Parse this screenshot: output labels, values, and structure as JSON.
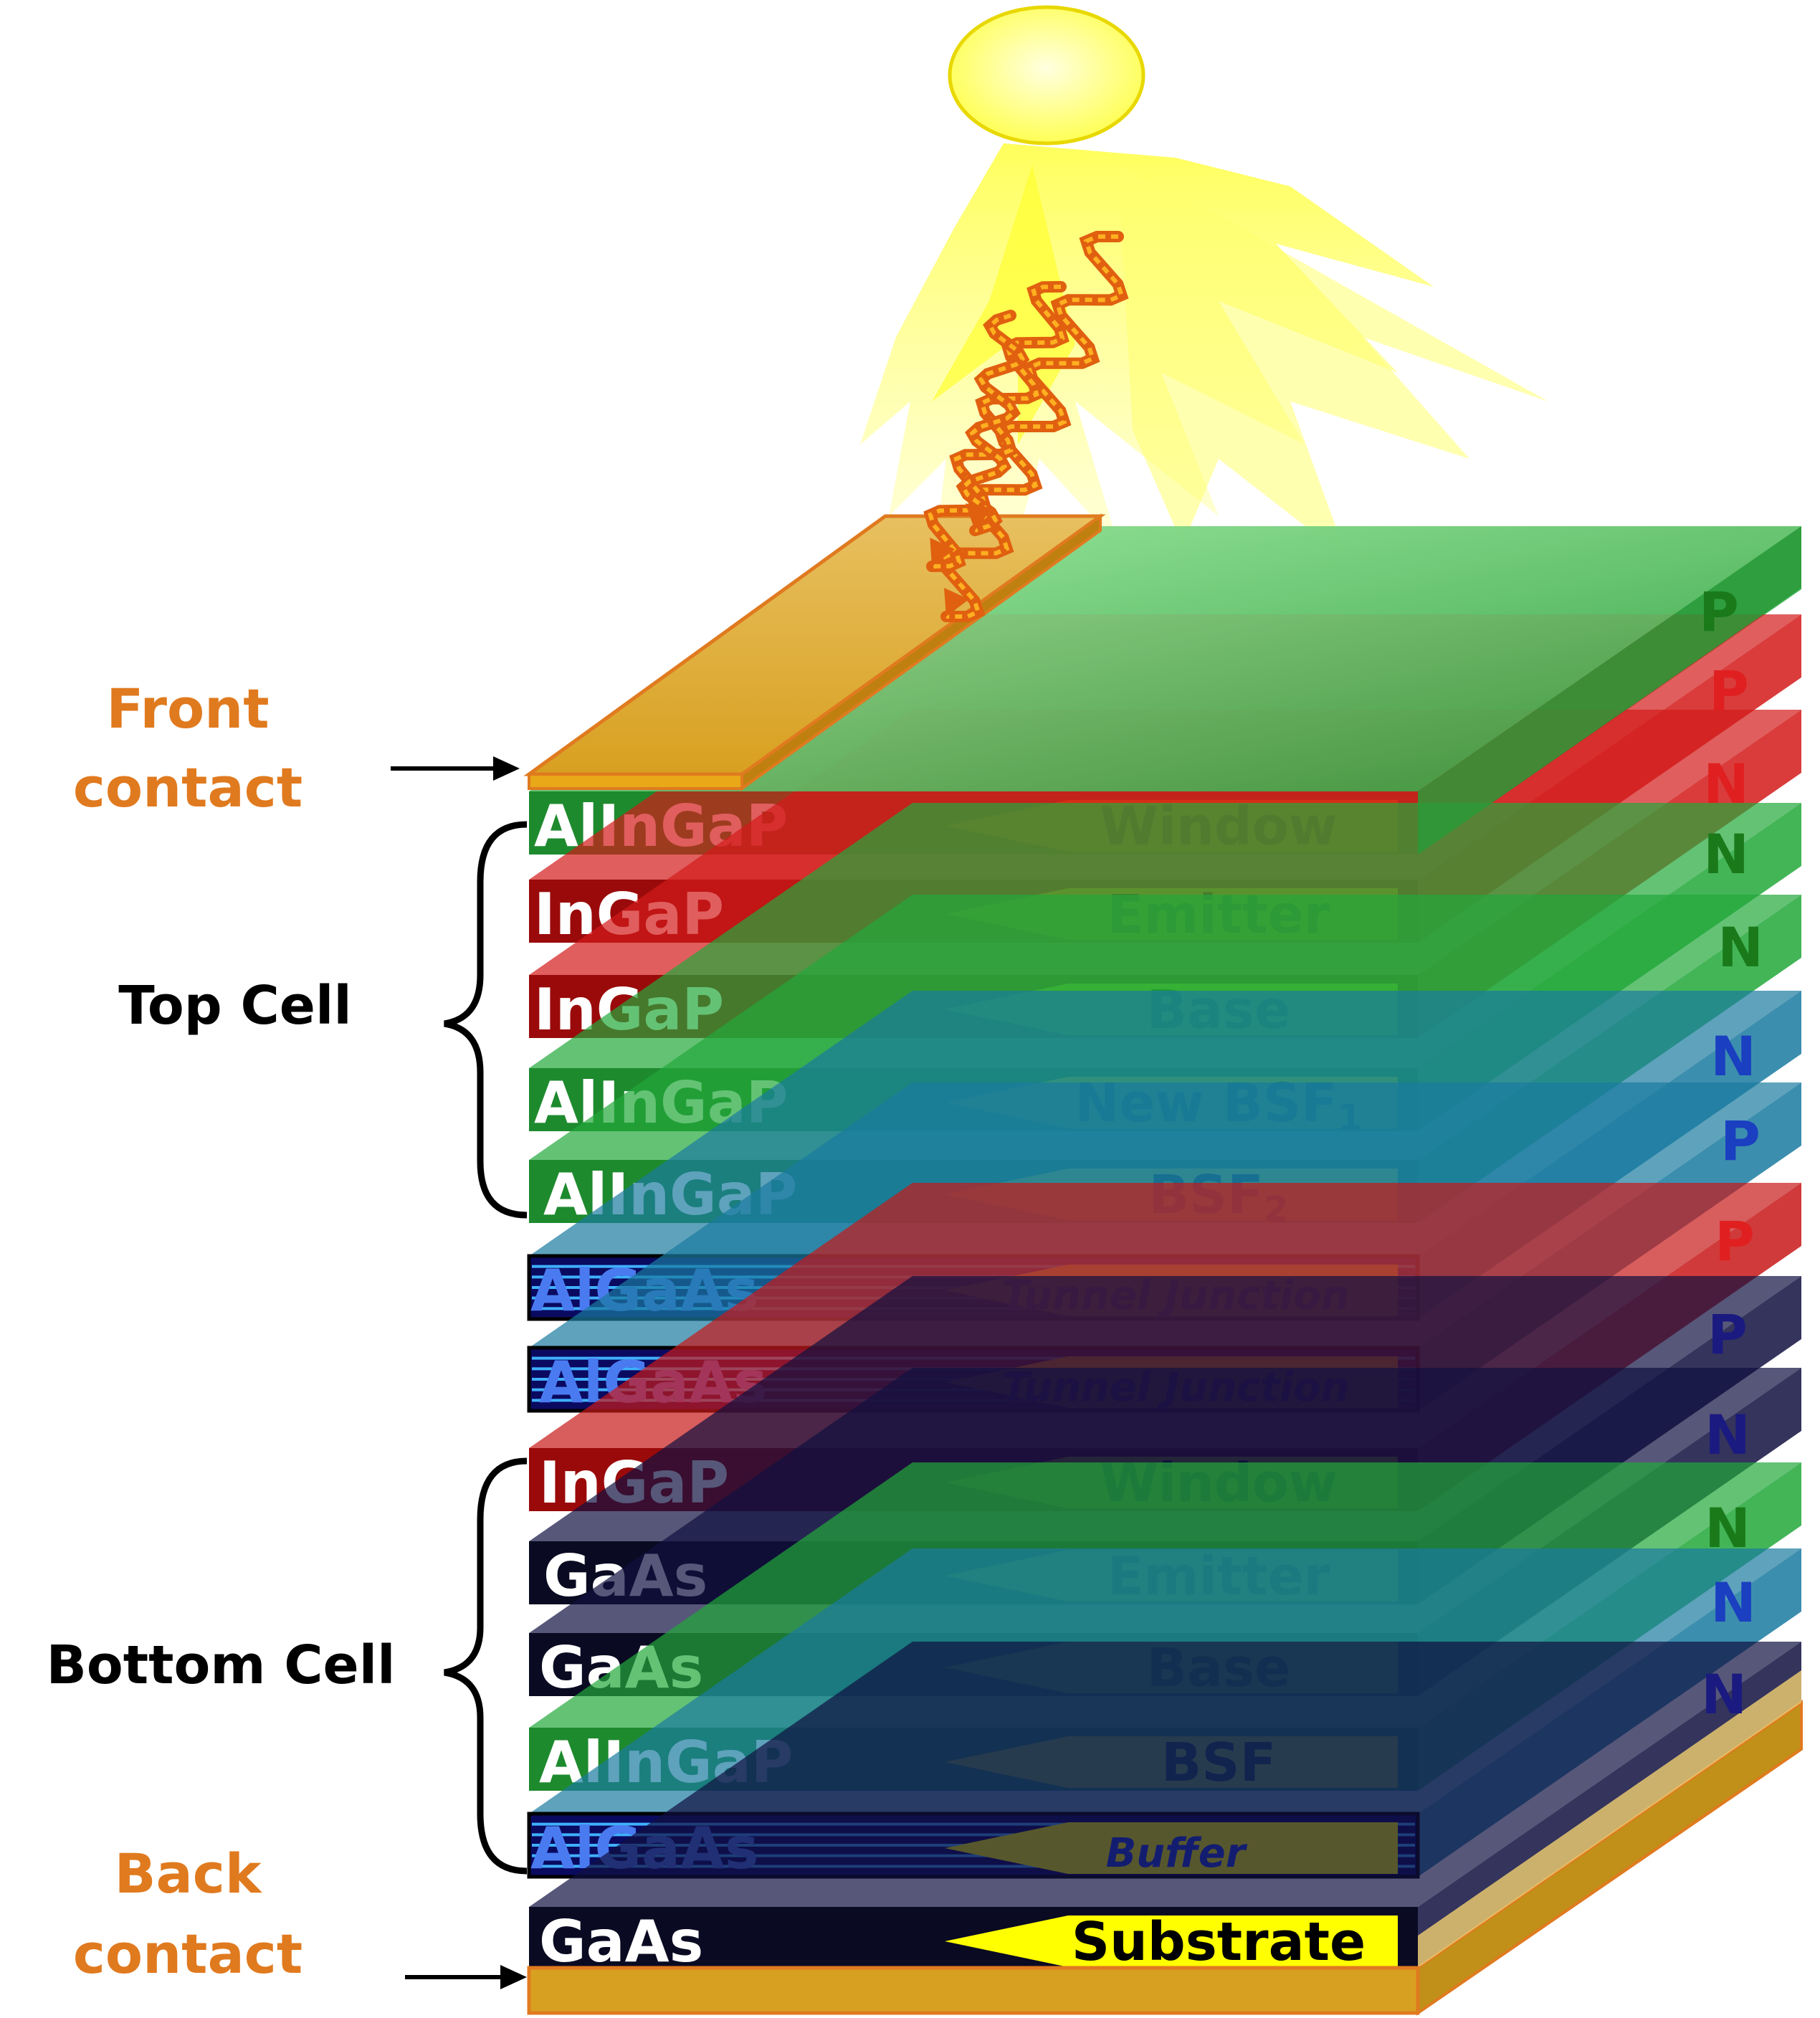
{
  "diagram": {
    "side_labels": {
      "front_contact": [
        "Front",
        "contact"
      ],
      "back_contact": [
        "Back",
        "contact"
      ],
      "top_cell": "Top Cell",
      "bottom_cell": "Bottom Cell"
    },
    "colors": {
      "contact": "#E07A1F",
      "label_dark": "#000000",
      "tag_fill": "#FFFF00",
      "sun": "#FFFF66",
      "photon": "#E06010",
      "tunnel_text": "#1C3FE0",
      "p_green": "#1A7A1A",
      "p_red": "#E02020",
      "n_blue": "#1A3FC0",
      "n_navy": "#1A1A80"
    },
    "layers": [
      {
        "material": "AlInGaP",
        "role": "Window",
        "front": "#1E8A2E",
        "side": "#22A83A",
        "italic": false
      },
      {
        "material": "InGaP",
        "role": "Emitter",
        "front": "#9A0A0A",
        "side": "#D31A1A",
        "italic": false
      },
      {
        "material": "InGaP",
        "role": "Base",
        "front": "#9A0A0A",
        "side": "#D31A1A",
        "italic": false
      },
      {
        "material": "AlInGaP",
        "role": "New BSF",
        "sub": "1",
        "front": "#1E8A2E",
        "side": "#22A83A",
        "italic": false
      },
      {
        "material": "AlInGaP",
        "role": "BSF",
        "sub": "2",
        "front": "#1E8A2E",
        "side": "#22A83A",
        "italic": false
      },
      {
        "material": "AlGaAs",
        "role": "Tunnel Junction",
        "front": "#0A0A60",
        "side": "#1A7AA0",
        "italic": true,
        "striped": true
      },
      {
        "material": "AlGaAs",
        "role": "Tunnel Junction",
        "front": "#0A0A60",
        "side": "#1A7AA0",
        "italic": true,
        "striped": true
      },
      {
        "material": "InGaP",
        "role": "Window",
        "front": "#9A0A0A",
        "side": "#C81818",
        "italic": false
      },
      {
        "material": "GaAs",
        "role": "Emitter",
        "front": "#0A0A22",
        "side": "#101040",
        "italic": false
      },
      {
        "material": "GaAs",
        "role": "Base",
        "front": "#0A0A22",
        "side": "#101040",
        "italic": false
      },
      {
        "material": "AlInGaP",
        "role": "BSF",
        "front": "#1E8A2E",
        "side": "#22A83A",
        "italic": false
      },
      {
        "material": "AlGaAs",
        "role": "Buffer",
        "front": "#0A0A60",
        "side": "#1A7AA0",
        "italic": true,
        "striped": true
      },
      {
        "material": "GaAs",
        "role": "Substrate",
        "front": "#0A0A22",
        "side": "#101040",
        "italic": false
      }
    ],
    "doping": [
      {
        "letter": "P",
        "color": "#1A7A1A"
      },
      {
        "letter": "P",
        "color": "#E02020"
      },
      {
        "letter": "N",
        "color": "#E02020"
      },
      {
        "letter": "N",
        "color": "#1A7A1A"
      },
      {
        "letter": "N",
        "color": "#1A7A1A"
      },
      {
        "letter": "N",
        "color": "#1A3FC0"
      },
      {
        "letter": "P",
        "color": "#1A3FC0"
      },
      {
        "letter": "P",
        "color": "#E02020"
      },
      {
        "letter": "P",
        "color": "#1A1A80"
      },
      {
        "letter": "N",
        "color": "#1A1A80"
      },
      {
        "letter": "N",
        "color": "#1A7A1A"
      },
      {
        "letter": "N",
        "color": "#1A3FC0"
      },
      {
        "letter": "N",
        "color": "#1A1A80"
      }
    ]
  }
}
